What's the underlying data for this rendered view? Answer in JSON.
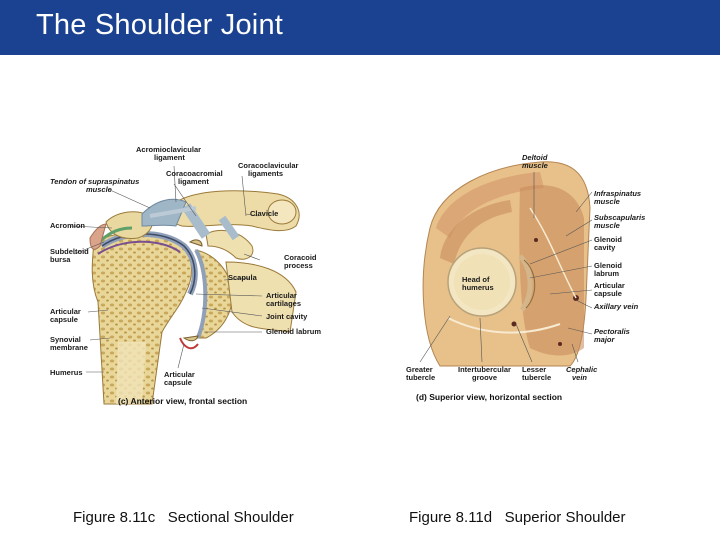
{
  "slide": {
    "title": "The Shoulder Joint",
    "colors": {
      "title_bar": "#1b4290",
      "title_text": "#ffffff"
    }
  },
  "figure_c": {
    "labels": {
      "acromioclavicular": "Acromioclavicular",
      "acromioclavicular_2": "ligament",
      "coracoclavicular": "Coracoclavicular",
      "coracoclavicular_2": "ligaments",
      "tendon_supraspinatus": "Tendon of supraspinatus",
      "tendon_supraspinatus_2": "muscle",
      "coracoacromial": "Coracoacromial",
      "coracoacromial_2": "ligament",
      "clavicle": "Clavicle",
      "acromion": "Acromion",
      "subdeltoid": "Subdeltoid",
      "subdeltoid_2": "bursa",
      "coracoid": "Coracoid",
      "coracoid_2": "process",
      "scapula": "Scapula",
      "articular_cartilages": "Articular",
      "articular_cartilages_2": "cartilages",
      "articular_capsule_left": "Articular",
      "articular_capsule_left_2": "capsule",
      "joint_cavity": "Joint cavity",
      "glenoid_labrum": "Glenoid labrum",
      "synovial": "Synovial",
      "synovial_2": "membrane",
      "humerus": "Humerus",
      "articular_capsule_bottom": "Articular",
      "articular_capsule_bottom_2": "capsule"
    },
    "caption_prefix": "(c)",
    "caption_text": "Anterior view, frontal section"
  },
  "figure_d": {
    "labels": {
      "deltoid": "Deltoid",
      "deltoid_2": "muscle",
      "infraspinatus": "Infraspinatus",
      "infraspinatus_2": "muscle",
      "subscapularis": "Subscapularis",
      "subscapularis_2": "muscle",
      "glenoid_cavity": "Glenoid",
      "glenoid_cavity_2": "cavity",
      "head_humerus": "Head of",
      "head_humerus_2": "humerus",
      "glenoid_labrum": "Glenoid",
      "glenoid_labrum_2": "labrum",
      "articular_capsule": "Articular",
      "articular_capsule_2": "capsule",
      "axillary_vein": "Axillary vein",
      "pectoralis": "Pectoralis",
      "pectoralis_2": "major",
      "greater_tubercle": "Greater",
      "greater_tubercle_2": "tubercle",
      "intertubercular": "Intertubercular",
      "intertubercular_2": "groove",
      "lesser_tubercle": "Lesser",
      "lesser_tubercle_2": "tubercle",
      "cephalic": "Cephalic",
      "cephalic_2": "vein"
    },
    "caption_prefix": "(d)",
    "caption_text": "Superior view, horizontal section"
  },
  "captions": {
    "left": "Figure 8.11c   Sectional Shoulder",
    "right": "Figure 8.11d   Superior Shoulder"
  }
}
